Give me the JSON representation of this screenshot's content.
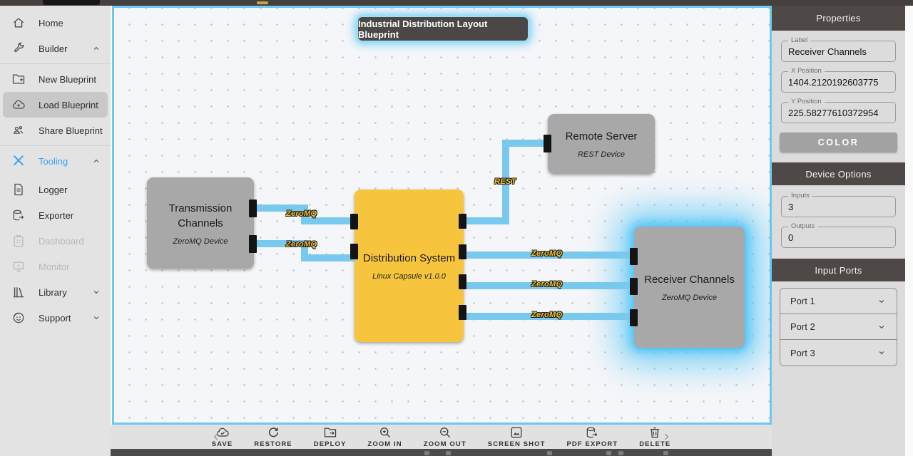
{
  "colors": {
    "accent_blue": "#3aa3f2",
    "canvas_border": "#6cc9ef",
    "connection_blue": "#79c9ee",
    "label_gold": "#f2c230",
    "node_gray": "#a8a8a8",
    "node_yellow": "#f6c53d",
    "header_dark": "#4e4947",
    "selection_glow": "#4dc3f7"
  },
  "sidebar": {
    "items": [
      {
        "label": "Home"
      },
      {
        "label": "Builder"
      },
      {
        "label": "New Blueprint"
      },
      {
        "label": "Load Blueprint"
      },
      {
        "label": "Share Blueprint"
      },
      {
        "label": "Tooling"
      },
      {
        "label": "Logger"
      },
      {
        "label": "Exporter"
      },
      {
        "label": "Dashboard"
      },
      {
        "label": "Monitor"
      },
      {
        "label": "Library"
      },
      {
        "label": "Support"
      }
    ]
  },
  "canvas": {
    "title": "Industrial Distribution Layout Blueprint",
    "nodes": [
      {
        "title": "Transmission Channels",
        "subtitle": "ZeroMQ Device",
        "color": "#a8a8a8"
      },
      {
        "title": "Distribution System",
        "subtitle": "Linux Capsule v1.0.0",
        "color": "#f6c53d"
      },
      {
        "title": "Remote Server",
        "subtitle": "REST Device",
        "color": "#a8a8a8"
      },
      {
        "title": "Receiver Channels",
        "subtitle": "ZeroMQ Device",
        "color": "#a8a8a8",
        "selected": true
      }
    ],
    "connection_labels": [
      {
        "text": "ZeroMQ"
      },
      {
        "text": "ZeroMQ"
      },
      {
        "text": "REST"
      },
      {
        "text": "ZeroMQ"
      },
      {
        "text": "ZeroMQ"
      },
      {
        "text": "ZeroMQ"
      }
    ]
  },
  "toolbar": {
    "buttons": [
      {
        "label": "SAVE"
      },
      {
        "label": "RESTORE"
      },
      {
        "label": "DEPLOY"
      },
      {
        "label": "ZOOM IN"
      },
      {
        "label": "ZOOM OUT"
      },
      {
        "label": "SCREEN SHOT"
      },
      {
        "label": "PDF EXPORT"
      },
      {
        "label": "DELETE"
      }
    ]
  },
  "properties": {
    "header": "Properties",
    "fields": [
      {
        "label": "Label",
        "value": "Receiver Channels"
      },
      {
        "label": "X Position",
        "value": "1404.2120192603775"
      },
      {
        "label": "Y Position",
        "value": "225.58277610372954"
      }
    ],
    "color_button": "COLOR",
    "device_options_header": "Device Options",
    "device_fields": [
      {
        "label": "Inputs",
        "value": "3"
      },
      {
        "label": "Outputs",
        "value": "0"
      }
    ],
    "input_ports_header": "Input Ports",
    "ports": [
      {
        "label": "Port 1"
      },
      {
        "label": "Port 2"
      },
      {
        "label": "Port 3"
      }
    ]
  }
}
